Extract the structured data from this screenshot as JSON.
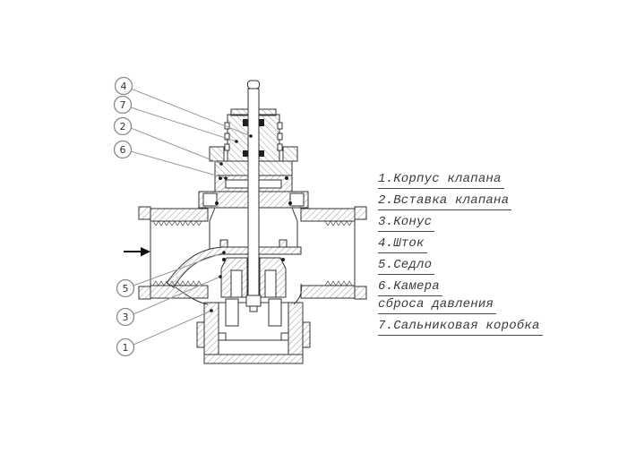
{
  "diagram": {
    "flow_arrow": {
      "direction": "right"
    },
    "callouts": [
      {
        "number": "4"
      },
      {
        "number": "7"
      },
      {
        "number": "2"
      },
      {
        "number": "6"
      },
      {
        "number": "5"
      },
      {
        "number": "3"
      },
      {
        "number": "1"
      }
    ]
  },
  "legend": {
    "items": [
      {
        "lines": [
          "1.Корпус клапана"
        ]
      },
      {
        "lines": [
          "2.Вставка клапана"
        ]
      },
      {
        "lines": [
          "3.Конус"
        ]
      },
      {
        "lines": [
          "4.Шток"
        ]
      },
      {
        "lines": [
          "5.Седло"
        ]
      },
      {
        "lines": [
          "6.Камера",
          "сброса давления"
        ]
      },
      {
        "lines": [
          "7.Сальниковая коробка"
        ]
      }
    ]
  },
  "colors": {
    "line": "#333333",
    "hatch": "#4a4a4a",
    "text": "#3a3a3a",
    "callout_stroke": "#8a8a8a",
    "background": "#ffffff"
  }
}
